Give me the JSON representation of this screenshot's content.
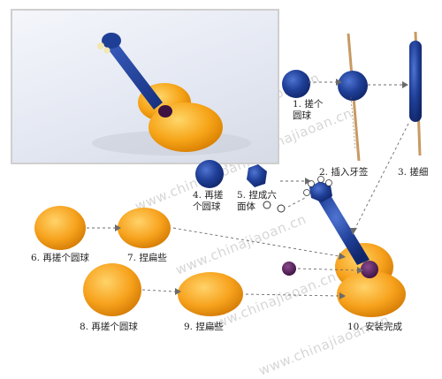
{
  "watermark": "www.chinajiaoan.cn",
  "steps": {
    "s1": "1. 搓个\n圆球",
    "s2": "2. 插入牙签",
    "s3": "3. 搓细",
    "s4": "4. 再搓\n个圆球",
    "s5": "5. 捏成六\n面体",
    "s6": "6. 再搓个圆球",
    "s7": "7. 捏扁些",
    "s8": "8. 再搓个圆球",
    "s9": "9. 捏扁些",
    "s10": "10. 安装完成"
  },
  "colors": {
    "blue": "#1f3f97",
    "orange": "#f7a21d",
    "purple": "#4a1d4e",
    "stick": "#c79a62"
  }
}
